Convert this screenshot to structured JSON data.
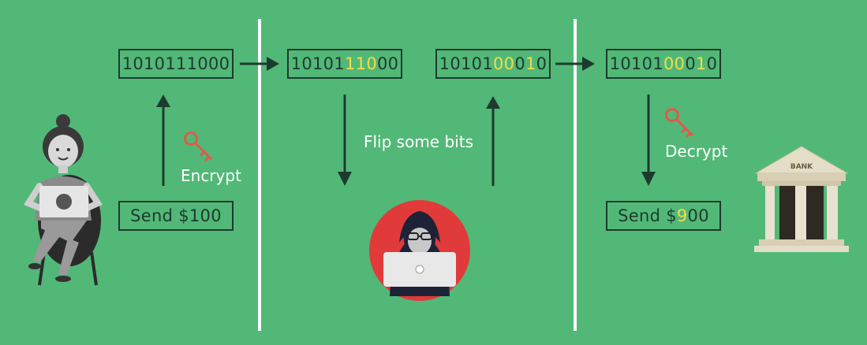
{
  "colors": {
    "background": "#52b877",
    "box_border": "#1d3a2e",
    "highlight": "#f2dc4a",
    "key": "#e05a4a",
    "text_light": "#ffffff"
  },
  "stage1": {
    "binary": "1010111000",
    "action_label": "Encrypt",
    "message": "Send $100"
  },
  "stage2": {
    "binary_before": [
      {
        "t": "10101",
        "hl": false
      },
      {
        "t": "110",
        "hl": true
      },
      {
        "t": "00",
        "hl": false
      }
    ],
    "binary_after": [
      {
        "t": "10101",
        "hl": false
      },
      {
        "t": "00",
        "hl": true
      },
      {
        "t": "0",
        "hl": false
      },
      {
        "t": "1",
        "hl": true
      },
      {
        "t": "0",
        "hl": false
      }
    ],
    "action_label": "Flip some bits"
  },
  "stage3": {
    "binary": [
      {
        "t": "10101",
        "hl": false
      },
      {
        "t": "00",
        "hl": true
      },
      {
        "t": "0",
        "hl": false
      },
      {
        "t": "1",
        "hl": true
      },
      {
        "t": "0",
        "hl": false
      }
    ],
    "action_label": "Decrypt",
    "message": [
      {
        "t": "Send $",
        "hl": false
      },
      {
        "t": "9",
        "hl": true
      },
      {
        "t": "00",
        "hl": false
      }
    ]
  },
  "bank_sign": "BANK",
  "icons": [
    "sender-person-icon",
    "key-icon",
    "hacker-icon",
    "bank-icon"
  ]
}
